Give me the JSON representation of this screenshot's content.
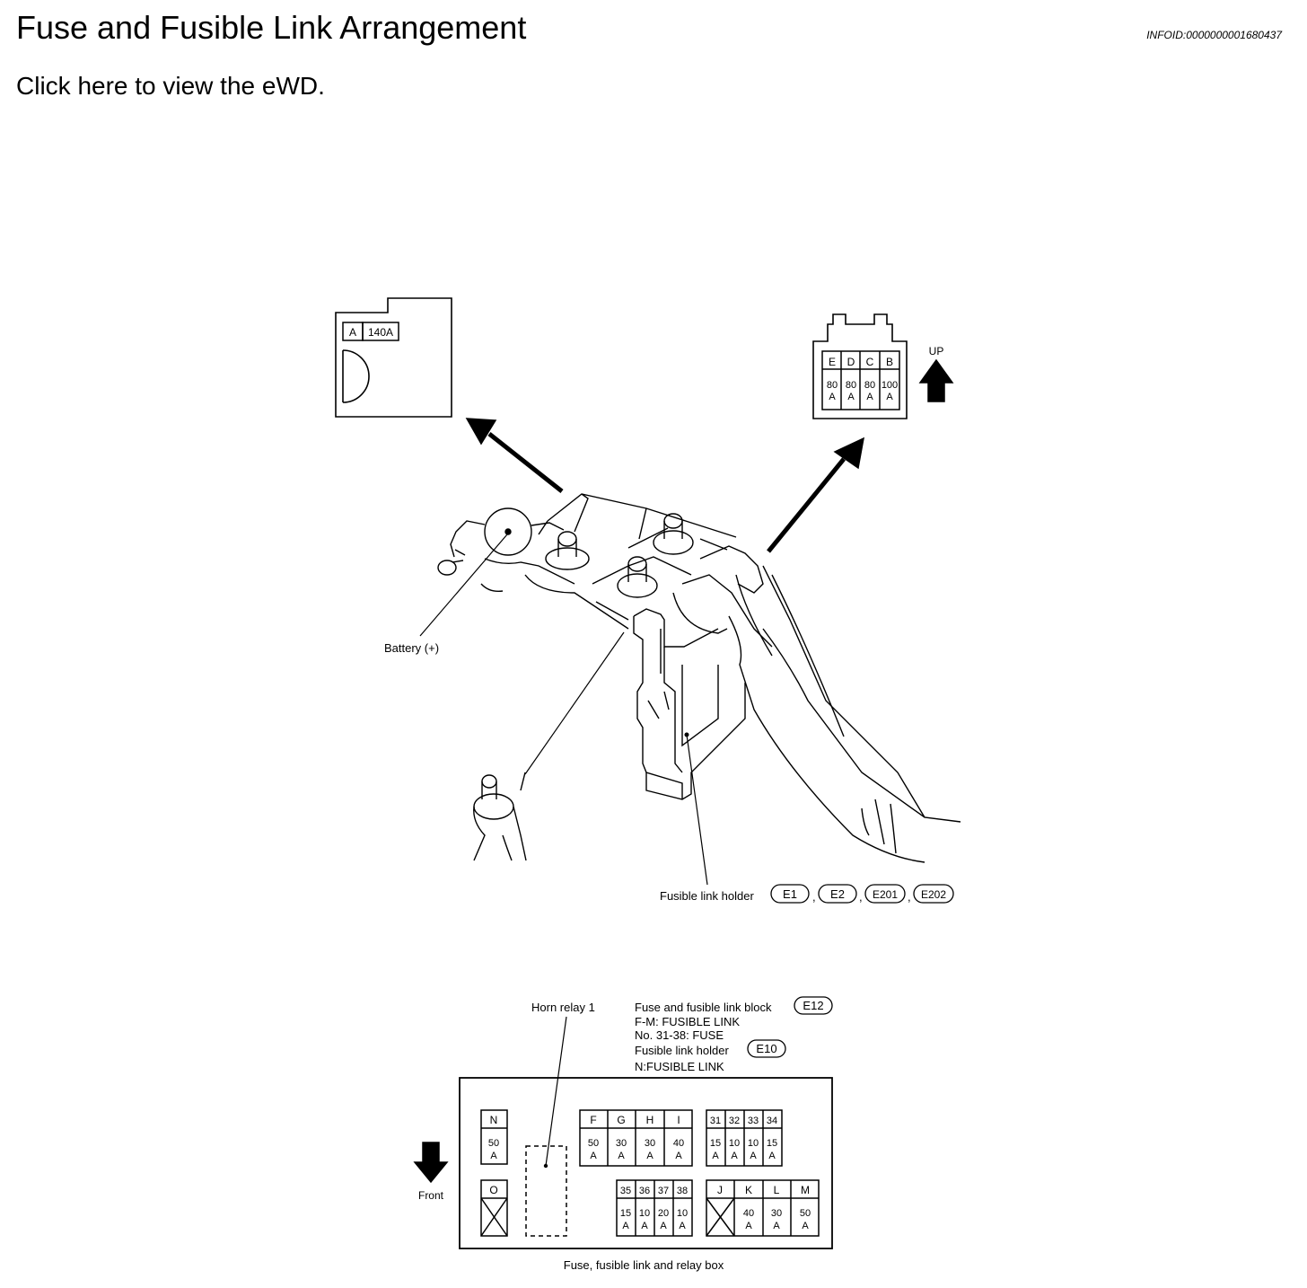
{
  "page": {
    "title": "Fuse and Fusible Link Arrangement",
    "info_id": "INFOID:0000000001680437",
    "ewd_link": "Click here to view the eWD."
  },
  "diagram_top": {
    "left_fuse": {
      "letter": "A",
      "rating": "140A"
    },
    "right_fuses": [
      {
        "letter": "E",
        "amp": "80",
        "unit": "A"
      },
      {
        "letter": "D",
        "amp": "80",
        "unit": "A"
      },
      {
        "letter": "C",
        "amp": "80",
        "unit": "A"
      },
      {
        "letter": "B",
        "amp": "100",
        "unit": "A"
      }
    ],
    "up_label": "UP",
    "battery_label": "Battery (+)",
    "holder_label": "Fusible link holder",
    "connectors": [
      "E1",
      "E2",
      "E201",
      "E202"
    ],
    "sep": ","
  },
  "diagram_bottom": {
    "horn_relay_label": "Horn relay 1",
    "block_label": "Fuse and fusible link block",
    "block_connector": "E12",
    "line_fm": "F-M: FUSIBLE LINK",
    "line_no": "No. 31-38: FUSE",
    "holder_label": "Fusible link holder",
    "holder_connector": "E10",
    "line_n": "N:FUSIBLE LINK",
    "front_label": "Front",
    "box_label": "Fuse, fusible link and relay box",
    "unit": "A",
    "fuse_n": {
      "letter": "N",
      "amp": "50"
    },
    "fuse_o": {
      "letter": "O"
    },
    "group_fghi": [
      {
        "letter": "F",
        "amp": "50"
      },
      {
        "letter": "G",
        "amp": "30"
      },
      {
        "letter": "H",
        "amp": "30"
      },
      {
        "letter": "I",
        "amp": "40"
      }
    ],
    "group_31_34": [
      {
        "letter": "31",
        "amp": "15"
      },
      {
        "letter": "32",
        "amp": "10"
      },
      {
        "letter": "33",
        "amp": "10"
      },
      {
        "letter": "34",
        "amp": "15"
      }
    ],
    "group_35_38": [
      {
        "letter": "35",
        "amp": "15"
      },
      {
        "letter": "36",
        "amp": "10"
      },
      {
        "letter": "37",
        "amp": "20"
      },
      {
        "letter": "38",
        "amp": "10"
      }
    ],
    "group_jklm": [
      {
        "letter": "J",
        "amp": ""
      },
      {
        "letter": "K",
        "amp": "40"
      },
      {
        "letter": "L",
        "amp": "30"
      },
      {
        "letter": "M",
        "amp": "50"
      }
    ]
  }
}
